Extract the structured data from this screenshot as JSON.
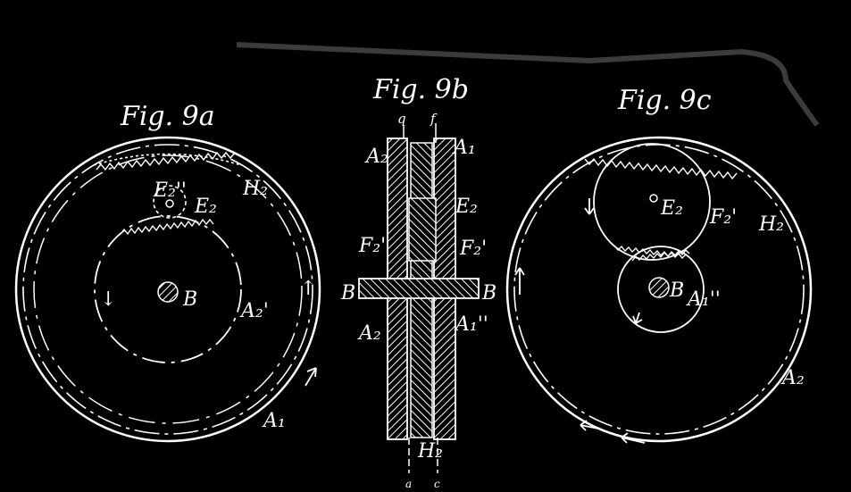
{
  "figures": {
    "a": {
      "title": "Fig. 9a",
      "labels": {
        "E2pp": "E₂''",
        "E2": "E₂",
        "H2": "H₂",
        "B": "B",
        "A2p": "A₂'",
        "A1": "A₁",
        "arrowL": "↓",
        "arrowR": "↑"
      }
    },
    "b": {
      "title": "Fig. 9b",
      "labels": {
        "q": "q",
        "f": "f",
        "A2top": "A₂",
        "A1top": "A₁",
        "E2": "E₂",
        "F2pL": "F₂'",
        "F2pR": "F₂'",
        "BL": "B",
        "BR": "B",
        "A2bot": "A₂",
        "A1pp": "A₁''",
        "H2": "H₂",
        "a": "a",
        "c": "c"
      }
    },
    "c": {
      "title": "Fig. 9c",
      "labels": {
        "E2": "E₂",
        "F2p": "F₂'",
        "H2": "H₂",
        "B": "B",
        "A1pp": "A₁''",
        "A2": "A₂"
      }
    }
  },
  "colors": {
    "background": "#000000",
    "ink": "#ffffff"
  }
}
